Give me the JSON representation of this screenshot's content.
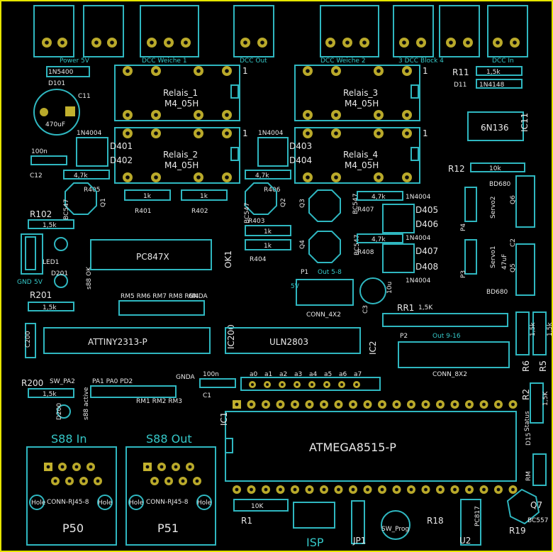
{
  "board": {
    "outline_color": "#e6e600",
    "silk_color": "#2fb7c0",
    "pad_color": "#b9a92a",
    "text_color": "#e8e8e8"
  },
  "connectors_top": {
    "power": "Power 5V",
    "dcc_weiche1": "DCC Weiche 1",
    "dcc_out": "DCC Out",
    "dcc_weiche2": "DCC Weiche 2",
    "dcc_block": "3 DCC Block 4",
    "dcc_in": "DCC In"
  },
  "relays": {
    "r1": "Relais_1",
    "r2": "Relais_2",
    "r3": "Relais_3",
    "r4": "Relais_4",
    "model": "M4_05H",
    "pin1": "1"
  },
  "diodes": {
    "d101": "D101",
    "d101_val": "1N5400",
    "d11": "D11",
    "d11_val": "1N4148",
    "d401": "D401",
    "d402": "D402",
    "d403": "D403",
    "d404": "D404",
    "d405": "D405",
    "d406": "D406",
    "d407": "D407",
    "d408": "D408",
    "d4_val": "1N4004",
    "d201": "D201",
    "d200": "D200",
    "led1": "LED1"
  },
  "resistors": {
    "r11": "R11",
    "r11_val": "1,5k",
    "r12": "R12",
    "r12_val": "10k",
    "r405": "R405",
    "r406": "R406",
    "r407": "R407",
    "r408": "R408",
    "r4_val": "4,7k",
    "r401": "R401",
    "r402": "R402",
    "r403": "R403",
    "r404": "R404",
    "r1k": "1k",
    "r102": "R102",
    "r201": "R201",
    "r200": "R200",
    "r15k": "1,5k",
    "r1": "R1",
    "r1_val": "10K",
    "rr1": "RR1",
    "rr1_val": "1,5K",
    "r2": "R2",
    "r5": "R5",
    "r6": "R6",
    "r18": "R18",
    "r19": "R19",
    "r15k_cap": "1,5k",
    "r2_val": "1,5K",
    "rm": "RM"
  },
  "caps": {
    "c11": "C11",
    "c11_val": "470uF",
    "c12": "C12",
    "c12_val": "100n",
    "c1": "C1",
    "c1_val": "100n",
    "c200": "C200",
    "c2": "C2",
    "c2_val": "47uF",
    "c3": "C3",
    "c3_val": "10u"
  },
  "transistors": {
    "q1": "Q1",
    "q2": "Q2",
    "q3": "Q3",
    "q4": "Q4",
    "q5": "Q5",
    "q6": "Q6",
    "q7": "Q7",
    "bc547": "BC547",
    "bd680": "BD680",
    "bc557": "BC557"
  },
  "ics": {
    "ok1": "OK1",
    "ok1_val": "PC847X",
    "ic200": "IC200",
    "ic200_val": "ATTINY2313-P",
    "ic2": "IC2",
    "ic2_val": "ULN2803",
    "ic1": "IC1",
    "ic1_val": "ATMEGA8515-P",
    "ic11": "IC11",
    "ic11_val": "6N136",
    "u2": "U2",
    "u2_val": "PC817"
  },
  "headers": {
    "p1": "P1",
    "p1_val": "Out 5-8",
    "p1_conn": "CONN_4X2",
    "p1_5v": "5V",
    "p2": "P2",
    "p2_val": "Out 9-16",
    "p2_conn": "CONN_8X2",
    "p3": "P3",
    "p3_name": "Servo1",
    "p4": "P4",
    "p4_name": "Servo2",
    "p50": "P50",
    "p51": "P51",
    "s88_in": "S88 In",
    "s88_out": "S88 Out",
    "rj45": "CONN-RJ45-8",
    "hole": "Hole",
    "isp": "ISP",
    "jp1": "JP1",
    "sw_prog": "SW_Prog",
    "gnd": "GND",
    "v5": "5V",
    "s88_active": "s88 active",
    "s88_ok": "s88 OK",
    "rm_row1": "RM5 RM6 RM7 RM8 RM4",
    "rm_row2": "RM1 RM2 RM3",
    "pa_row": "PA1 PA0 PD2",
    "gnda": "GNDA",
    "sw_out": "SW_PA2",
    "a_row": [
      "a0",
      "a1",
      "a2",
      "a3",
      "a4",
      "a5",
      "a6",
      "a7"
    ],
    "d15": "D15",
    "status": "Status"
  }
}
